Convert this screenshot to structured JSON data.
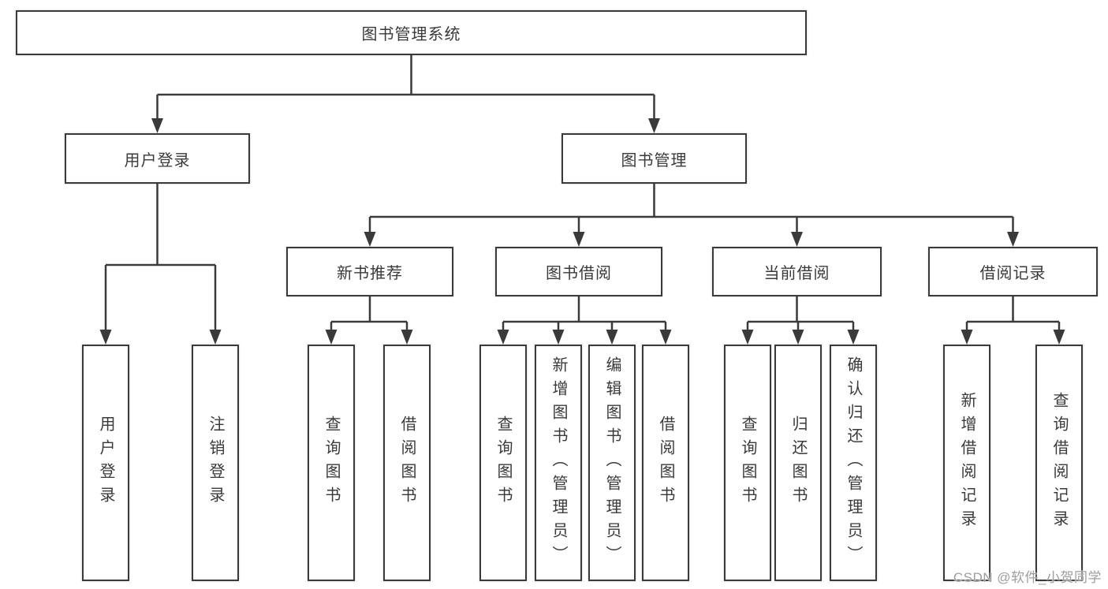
{
  "diagram": {
    "type": "hierarchy-tree",
    "tree": {
      "label": "图书管理系统",
      "children": [
        {
          "label": "用户登录",
          "children": [
            {
              "label": "用户登录"
            },
            {
              "label": "注销登录"
            }
          ]
        },
        {
          "label": "图书管理",
          "children": [
            {
              "label": "新书推荐",
              "children": [
                {
                  "label": "查询图书"
                },
                {
                  "label": "借阅图书"
                }
              ]
            },
            {
              "label": "图书借阅",
              "children": [
                {
                  "label": "查询图书"
                },
                {
                  "label": "新增图书（管理员）"
                },
                {
                  "label": "编辑图书（管理员）"
                },
                {
                  "label": "借阅图书"
                }
              ]
            },
            {
              "label": "当前借阅",
              "children": [
                {
                  "label": "查询图书"
                },
                {
                  "label": "归还图书"
                },
                {
                  "label": "确认归还（管理员）"
                }
              ]
            },
            {
              "label": "借阅记录",
              "children": [
                {
                  "label": "新增借阅记录"
                },
                {
                  "label": "查询借阅记录"
                }
              ]
            }
          ]
        }
      ]
    },
    "watermark": "CSDN @软件_小贺同学",
    "colors": {
      "line": "#3a3a3a",
      "text": "#3a3a3a",
      "box_background": "#ffffff",
      "watermark": "#9e9e9e",
      "page_background": "#ffffff"
    }
  }
}
